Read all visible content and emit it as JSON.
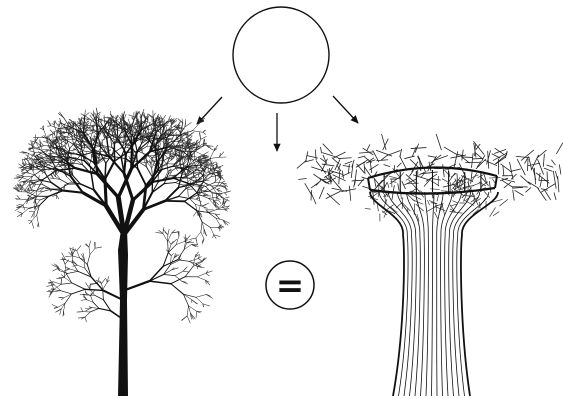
{
  "diagram": {
    "equals_symbol": "=",
    "colors": {
      "ink": "#111111",
      "background": "#ffffff",
      "twig": "#333333"
    },
    "icons": {
      "sun": "circle",
      "left_object": "tree-illustration",
      "right_object": "supertree-structure-illustration",
      "arrows": "downward-arrows"
    }
  }
}
